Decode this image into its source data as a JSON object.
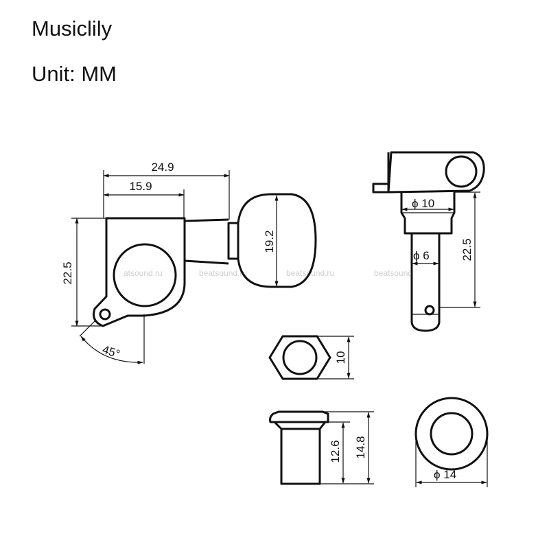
{
  "header": {
    "brand": "Musiclily",
    "unit": "Unit: MM"
  },
  "watermark": [
    "atsound.ru",
    "beatsound.ru",
    "beatsound.ru",
    "beatsound"
  ],
  "side_view": {
    "width_overall": "24.9",
    "width_housing": "15.9",
    "height": "22.5",
    "button_height": "19.2",
    "angle": "45°"
  },
  "front_view": {
    "shaft_top_dia": "ϕ 10",
    "shaft_dia": "ϕ 6",
    "height": "22.5"
  },
  "hex_nut": {
    "size": "10"
  },
  "bushing": {
    "inner_height": "12.6",
    "total_height": "14.8"
  },
  "washer": {
    "dia": "ϕ 14"
  }
}
